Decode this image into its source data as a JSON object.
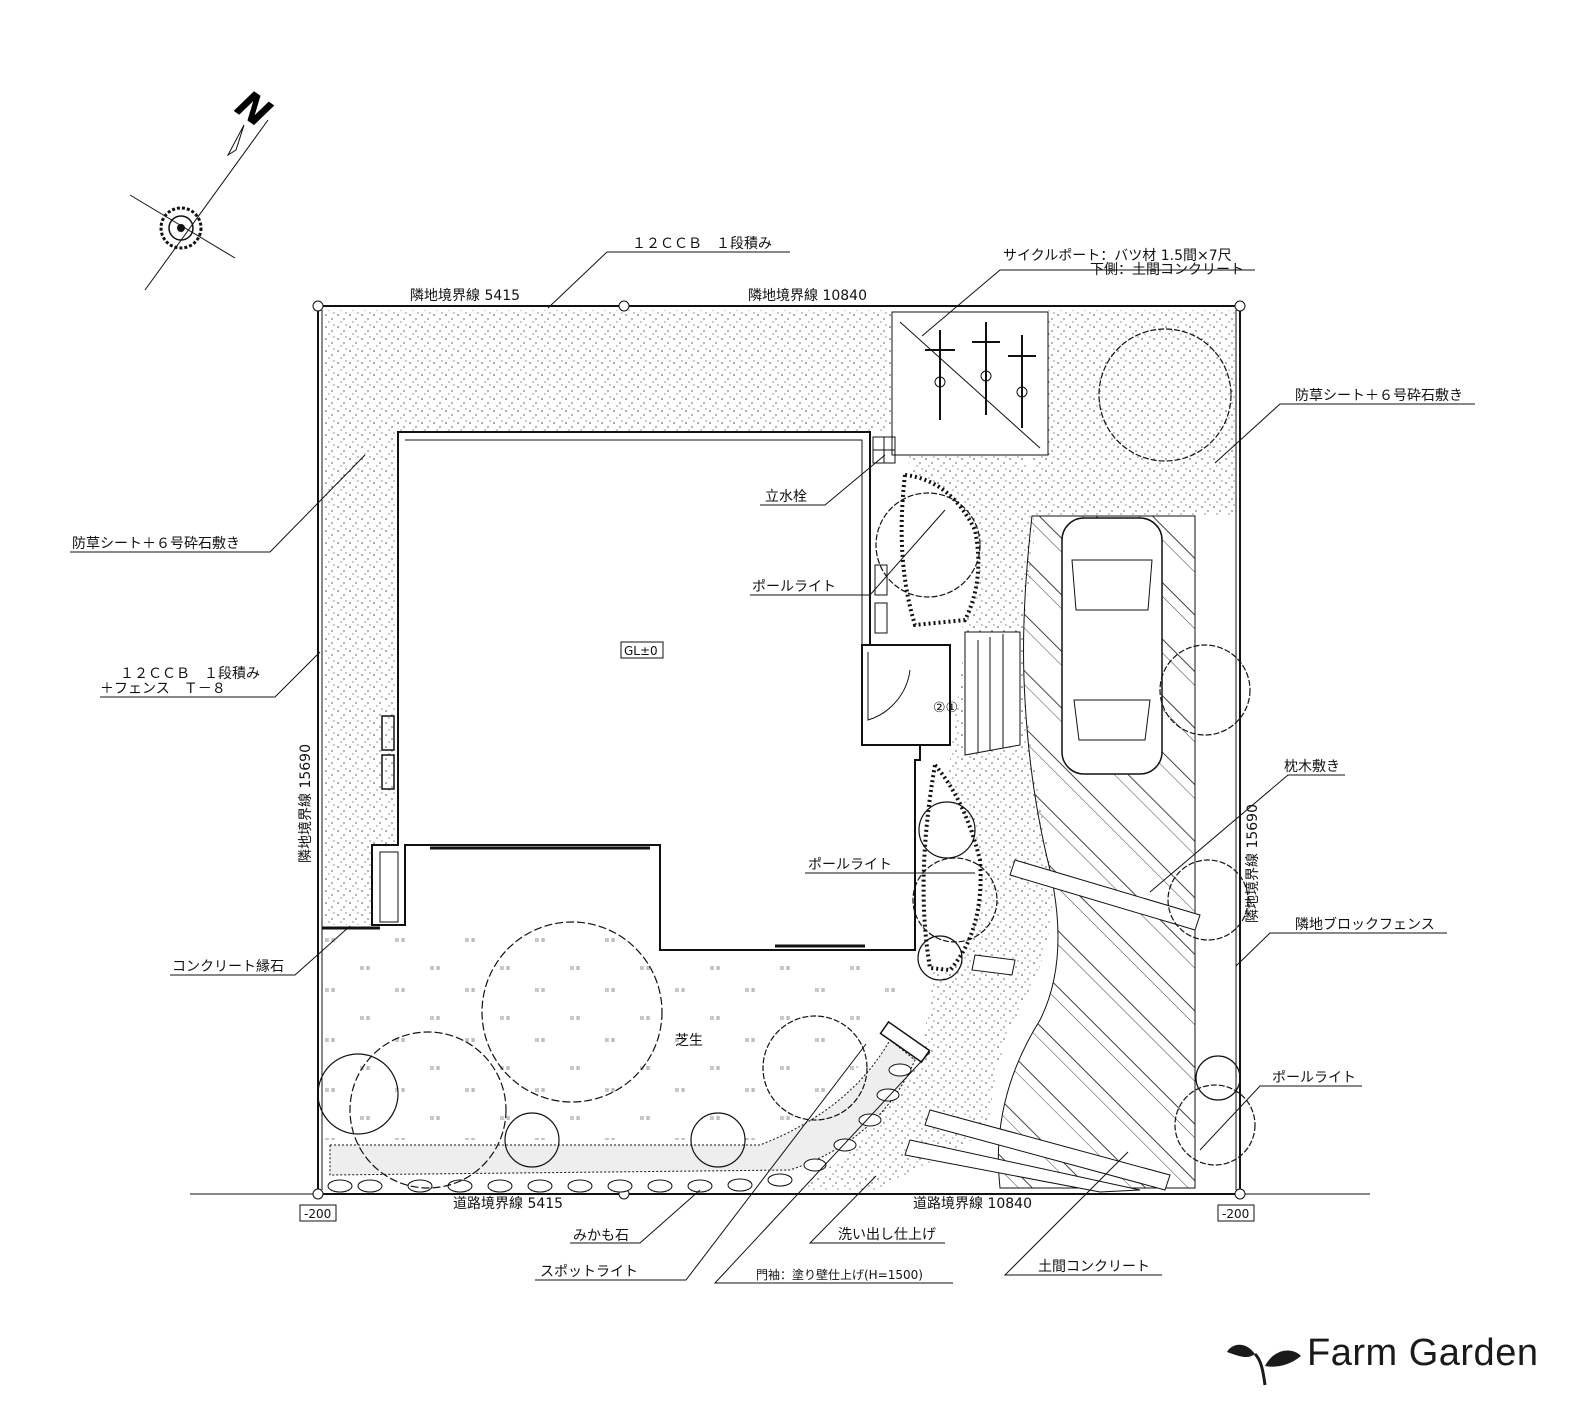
{
  "compass": {
    "north_letter": "N"
  },
  "boundaries": {
    "top_left": "隣地境界線 5415",
    "top_right": "隣地境界線 10840",
    "left": "隣地境界線 15690",
    "right": "隣地境界線 15690",
    "bottom_left": "道路境界線 5415",
    "bottom_right": "道路境界線 10840"
  },
  "levels": {
    "gl": "GL±0",
    "left_offset": "-200",
    "right_offset": "-200"
  },
  "labels": {
    "ccb_top": "１２ＣＣＢ　１段積み",
    "cycle_port_line1": "サイクルポート：バツ材 1.5間×7尺",
    "cycle_port_line2": "下側：土間コンクリート",
    "weed_sheet_right": "防草シート＋６号砕石敷き",
    "weed_sheet_left": "防草シート＋６号砕石敷き",
    "standpipe": "立水栓",
    "pole_light_1": "ポールライト",
    "pole_light_2": "ポールライト",
    "pole_light_3": "ポールライト",
    "ccb_fence_line1": "１２ＣＣＢ　１段積み",
    "ccb_fence_line2": "＋フェンス　Ｔ－８",
    "sleepers": "枕木敷き",
    "block_fence": "隣地ブロックフェンス",
    "concrete_curb": "コンクリート縁石",
    "lawn": "芝生",
    "mikage": "みかも石",
    "spotlight": "スポットライト",
    "washout": "洗い出し仕上げ",
    "gate_pillar": "門袖：塗り壁仕上げ(H=1500)",
    "earth_concrete": "土間コンクリート",
    "steps": "②①"
  },
  "brand": {
    "name": "Farm Garden"
  },
  "colors": {
    "line": "#111111",
    "background": "#ffffff",
    "gravel_dot": "#444444"
  }
}
